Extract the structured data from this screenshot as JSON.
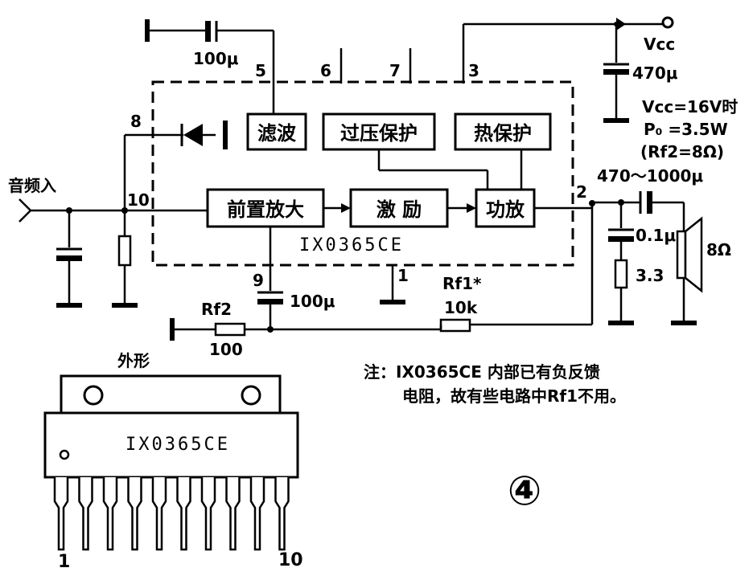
{
  "chip": "IX0365CE",
  "pins": {
    "p1": "1",
    "p2": "2",
    "p3": "3",
    "p5": "5",
    "p6": "6",
    "p7": "7",
    "p8": "8",
    "p9": "9",
    "p10": "10"
  },
  "blocks": {
    "filter": "滤波",
    "overvolt": "过压保护",
    "thermal": "热保护",
    "preamp": "前置放大",
    "driver": "激 励",
    "power": "功放"
  },
  "labels": {
    "input": "音频入",
    "c_top": "100μ",
    "vcc": "Vcc",
    "c_vcc": "470μ",
    "spec1": "Vcc=16V时",
    "spec2": "P₀ =3.5W",
    "spec3": "(Rf2=8Ω)",
    "c_out": "470～1000μ",
    "c_zobel": "0.1μ",
    "r_zobel": "3.3",
    "speaker": "8Ω",
    "c_fb": "100μ",
    "rf1": "Rf1*",
    "rf1_val": "10k",
    "rf2": "Rf2",
    "rf2_val": "100",
    "outline": "外形",
    "pin_first": "1",
    "pin_last": "10",
    "fig": "④"
  },
  "note": {
    "line1": "注：IX0365CE 内部已有负反馈",
    "line2": "电阻，故有些电路中Rf1不用。"
  }
}
